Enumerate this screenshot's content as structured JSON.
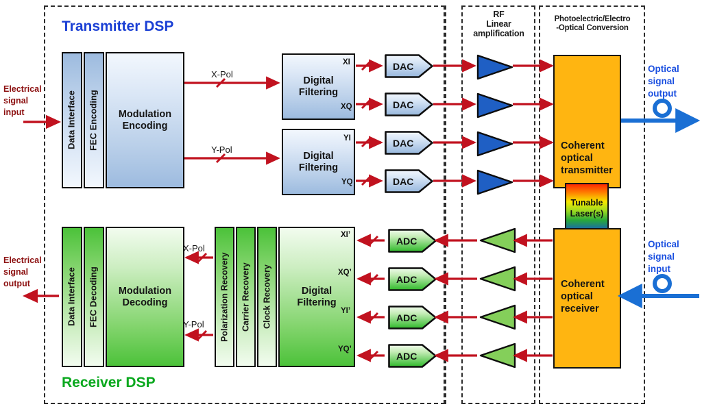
{
  "diagram": {
    "title": "Coherent optical transceiver DSP block diagram",
    "zones": {
      "transmitter_dsp": "Transmitter DSP",
      "receiver_dsp": "Receiver DSP",
      "rf_amp": "RF\nLinear\namplification",
      "rf_amp_l1": "RF",
      "rf_amp_l2": "Linear",
      "rf_amp_l3": "amplification",
      "conversion_l1": "Photoelectric/Electro",
      "conversion_l2": "-Optical Conversion"
    },
    "edge_labels": {
      "electrical_input": "Electrical\nsignal\ninput",
      "electrical_input_l1": "Electrical",
      "electrical_input_l2": "signal",
      "electrical_input_l3": "input",
      "electrical_output_l1": "Electrical",
      "electrical_output_l2": "signal",
      "electrical_output_l3": "output",
      "optical_output_l1": "Optical",
      "optical_output_l2": "signal",
      "optical_output_l3": "output",
      "optical_input_l1": "Optical",
      "optical_input_l2": "signal",
      "optical_input_l3": "input"
    },
    "tx_chain": {
      "stack": [
        {
          "label": "Data Interface",
          "orientation": "vertical"
        },
        {
          "label": "FEC Encoding",
          "orientation": "vertical"
        },
        {
          "label": "Modulation\nEncoding",
          "orientation": "horizontal",
          "l1": "Modulation",
          "l2": "Encoding"
        }
      ],
      "pol_x": "X-Pol",
      "pol_y": "Y-Pol",
      "filters": [
        {
          "l1": "Digital",
          "l2": "Filtering",
          "out_top": "XI",
          "out_bot": "XQ"
        },
        {
          "l1": "Digital",
          "l2": "Filtering",
          "out_top": "YI",
          "out_bot": "YQ"
        }
      ],
      "converters": [
        "DAC",
        "DAC",
        "DAC",
        "DAC"
      ],
      "amplifiers": [
        "amp-1",
        "amp-2",
        "amp-3",
        "amp-4"
      ]
    },
    "rx_chain": {
      "stack": [
        {
          "label": "Data Interface",
          "orientation": "vertical"
        },
        {
          "label": "FEC Decoding",
          "orientation": "vertical"
        },
        {
          "label": "Modulation\nDecoding",
          "orientation": "horizontal",
          "l1": "Modulation",
          "l2": "Decoding"
        }
      ],
      "recovery": [
        {
          "label": "Polarization Recovery"
        },
        {
          "label": "Carrier Recovery"
        },
        {
          "label": "Clock Recovery"
        }
      ],
      "filter": {
        "l1": "Digital",
        "l2": "Filtering"
      },
      "taps": [
        "XI’",
        "XQ’",
        "YI’",
        "YQ’"
      ],
      "pol_x": "X-Pol",
      "pol_y": "Y-Pol",
      "converters": [
        "ADC",
        "ADC",
        "ADC",
        "ADC"
      ],
      "amplifiers": [
        "amp-1",
        "amp-2",
        "amp-3",
        "amp-4"
      ]
    },
    "optics": {
      "transmitter_l1": "Coherent",
      "transmitter_l2": "optical",
      "transmitter_l3": "transmitter",
      "receiver_l1": "Coherent",
      "receiver_l2": "optical",
      "receiver_l3": "receiver",
      "laser_l1": "Tunable",
      "laser_l2": "Laser(s)"
    },
    "colors": {
      "tx_accent": "#1a3fd4",
      "rx_accent": "#0aa81e",
      "signal_red": "#c1121f",
      "edge_red": "#8c1010",
      "optical_blue": "#1a6fd4",
      "orange_block": "#FFB511",
      "amp_blue": "#1f5fc4",
      "amp_green": "#7ccc52"
    }
  }
}
